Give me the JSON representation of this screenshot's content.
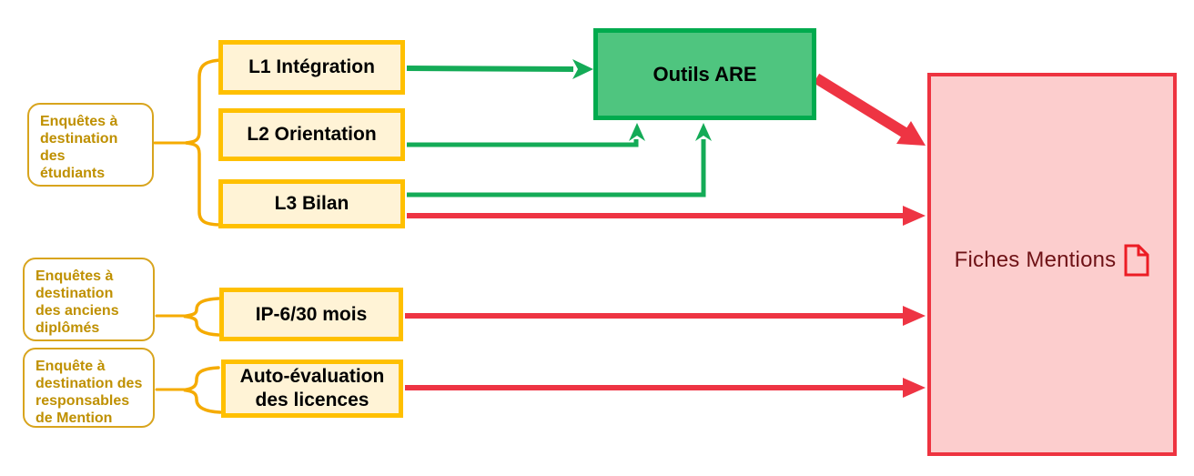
{
  "diagram_title": "",
  "annotations": [
    {
      "text": "Enquêtes à\ndestination\ndes\nétudiants",
      "targets": [
        "L1 Intégration",
        "L2 Orientation",
        "L3 Bilan"
      ]
    },
    {
      "text": "Enquêtes à\ndestination\ndes anciens\ndiplômés",
      "targets": [
        "IP-6/30 mois"
      ]
    },
    {
      "text": "Enquête à\ndestination des\nresponsables\nde Mention",
      "targets": [
        "Auto-évaluation des licences"
      ]
    }
  ],
  "survey_boxes": [
    {
      "label": "L1 Intégration"
    },
    {
      "label": "L2 Orientation"
    },
    {
      "label": "L3 Bilan"
    },
    {
      "label": "IP-6/30 mois"
    },
    {
      "label": "Auto-évaluation des licences"
    }
  ],
  "process_node": {
    "label": "Outils ARE"
  },
  "output_node": {
    "label": "Fiches Mentions",
    "icon": "document-icon"
  },
  "flows": {
    "green": [
      "L1 Intégration → Outils ARE",
      "L2 Orientation → Outils ARE",
      "L3 Bilan → Outils ARE"
    ],
    "red": [
      "Outils ARE → Fiches Mentions",
      "L3 Bilan → Fiches Mentions",
      "IP-6/30 mois → Fiches Mentions",
      "Auto-évaluation des licences → Fiches Mentions"
    ]
  },
  "colors": {
    "box_border": "#FFC000",
    "box_fill": "#FFF3D6",
    "note_border": "#D8A41D",
    "note_text": "#BF9000",
    "brace": "#F5AB00",
    "green_node_fill": "#4FC57F",
    "green_node_border": "#00AB4E",
    "green_arrow": "#14AB57",
    "red_arrow": "#EE3443",
    "pink_fill": "#FCCDCD",
    "pink_border": "#EE3340",
    "output_text": "#6E1216",
    "doc_icon": "#EC1C24"
  }
}
